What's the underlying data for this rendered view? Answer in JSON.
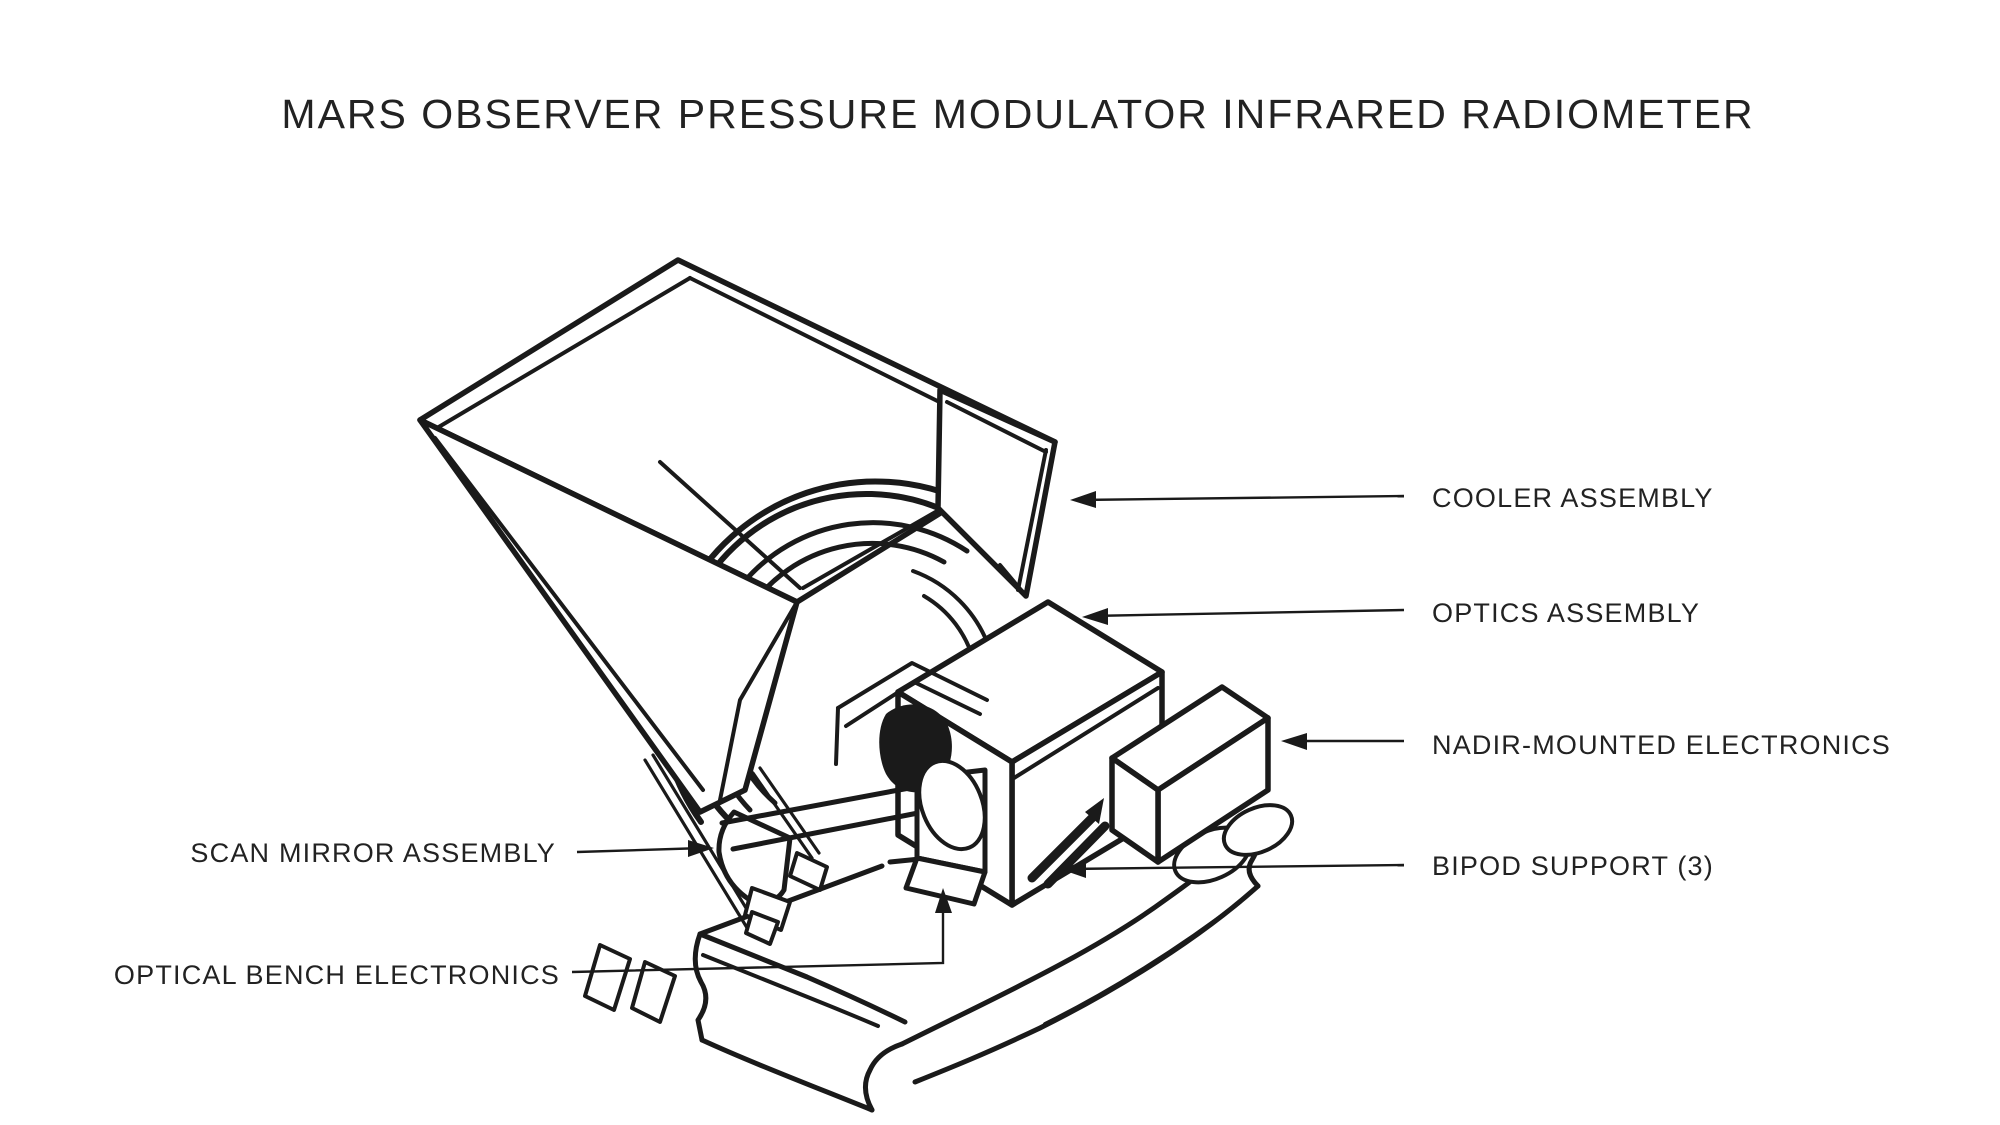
{
  "title": "MARS OBSERVER PRESSURE MODULATOR INFRARED RADIOMETER",
  "colors": {
    "ink": "#1a1a1a",
    "background": "#ffffff"
  },
  "labels": {
    "cooler": "COOLER ASSEMBLY",
    "optics": "OPTICS ASSEMBLY",
    "nadir": "NADIR-MOUNTED ELECTRONICS",
    "bipod": "BIPOD SUPPORT (3)",
    "scan": "SCAN MIRROR ASSEMBLY",
    "bench": "OPTICAL BENCH ELECTRONICS"
  },
  "figure": {
    "type": "labeled-technical-line-drawing",
    "subject": "Mars Observer PMIRR instrument isometric view",
    "callouts": [
      {
        "text": "COOLER ASSEMBLY",
        "side": "right",
        "points_to": "sunshade right wall / cooler"
      },
      {
        "text": "OPTICS ASSEMBLY",
        "side": "right",
        "points_to": "large box under drum"
      },
      {
        "text": "NADIR-MOUNTED ELECTRONICS",
        "side": "right",
        "points_to": "small box at right"
      },
      {
        "text": "BIPOD SUPPORT (3)",
        "side": "right",
        "points_to": "dark struts under optics box"
      },
      {
        "text": "SCAN MIRROR ASSEMBLY",
        "side": "left",
        "points_to": "wedge at lower left"
      },
      {
        "text": "OPTICAL BENCH ELECTRONICS",
        "side": "left",
        "points_to": "housing under lens"
      }
    ]
  }
}
